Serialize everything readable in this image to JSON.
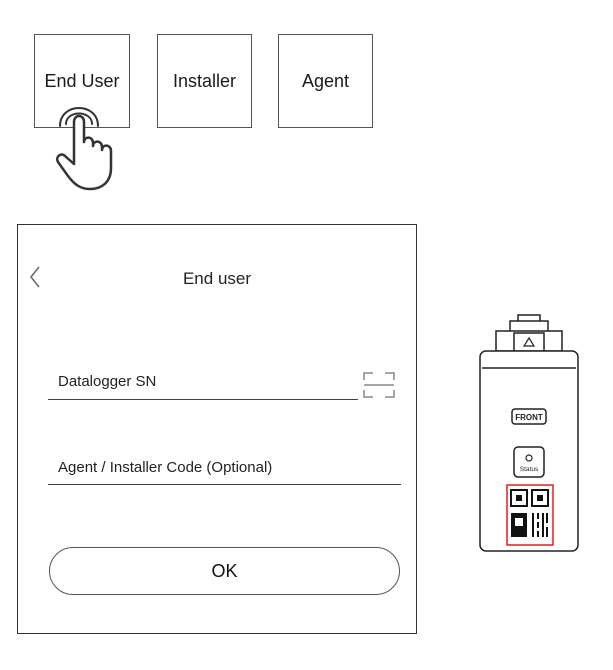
{
  "roles": {
    "end_user": "End User",
    "installer": "Installer",
    "agent": "Agent"
  },
  "panel": {
    "title": "End user",
    "datalogger_label": "Datalogger SN",
    "code_label": "Agent / Installer Code (Optional)",
    "ok_label": "OK"
  },
  "device": {
    "front_label": "FRONT",
    "status_label": "Status"
  },
  "icons": {
    "hand": "pointing-hand-icon",
    "back": "chevron-left-icon",
    "scan": "scan-frame-icon"
  },
  "colors": {
    "highlight": "#e02020"
  }
}
